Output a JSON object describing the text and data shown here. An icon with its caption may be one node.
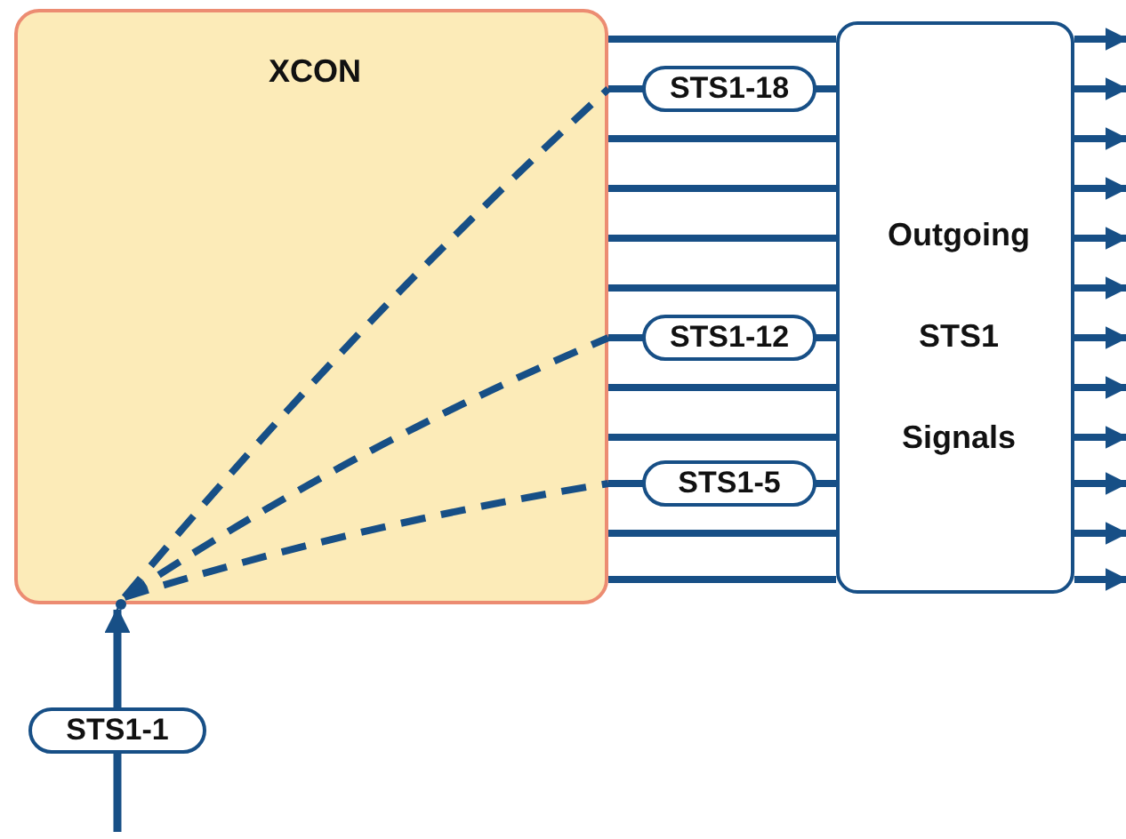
{
  "diagram": {
    "nodes": [
      {
        "text": [
          "XCON"
        ]
      },
      {
        "text": [
          "Outgoing STS1 Signals"
        ]
      },
      {
        "text": [],
        "shape": "point",
        "in": 0
      }
    ],
    "edges": [
      {
        "from": 0,
        "to": 1,
        "arrow": "none"
      },
      {
        "from": 0,
        "to": 1,
        "arrow": "none",
        "label": "STS1-18"
      },
      {
        "from": 0,
        "to": 1,
        "arrow": "none"
      },
      {
        "from": 0,
        "to": 1,
        "arrow": "none"
      },
      {
        "from": 0,
        "to": 1,
        "arrow": "none"
      },
      {
        "from": 0,
        "to": 1,
        "arrow": "none"
      },
      {
        "from": 0,
        "to": 1,
        "arrow": "none",
        "label": "STS1-12"
      },
      {
        "from": 0,
        "to": 1,
        "arrow": "none"
      },
      {
        "from": 0,
        "to": 1,
        "arrow": "none"
      },
      {
        "from": 0,
        "to": 1,
        "arrow": "none",
        "label": "STS1-5"
      },
      {
        "from": 0,
        "to": 1,
        "arrow": "none"
      },
      {
        "from": 0,
        "to": 1,
        "arrow": "none"
      },
      {
        "from": 1,
        "to": null,
        "arrow": "to"
      },
      {
        "from": 1,
        "to": null,
        "arrow": "to"
      },
      {
        "from": 1,
        "to": null,
        "arrow": "to"
      },
      {
        "from": 1,
        "to": null,
        "arrow": "to"
      },
      {
        "from": 1,
        "to": null,
        "arrow": "to"
      },
      {
        "from": 1,
        "to": null,
        "arrow": "to"
      },
      {
        "from": 1,
        "to": null,
        "arrow": "to"
      },
      {
        "from": 1,
        "to": null,
        "arrow": "to"
      },
      {
        "from": 1,
        "to": null,
        "arrow": "to"
      },
      {
        "from": 1,
        "to": null,
        "arrow": "to"
      },
      {
        "from": 1,
        "to": null,
        "arrow": "to"
      },
      {
        "from": 1,
        "to": null,
        "arrow": "to"
      },
      {
        "from": null,
        "to": 2,
        "arrow": "to",
        "label": "STS1-1"
      },
      {
        "from": 2,
        "to": null,
        "arrow": "none",
        "style": "dashed"
      },
      {
        "from": 2,
        "to": null,
        "arrow": "none",
        "style": "dashed"
      },
      {
        "from": 2,
        "to": null,
        "arrow": "none",
        "style": "dashed"
      }
    ]
  }
}
